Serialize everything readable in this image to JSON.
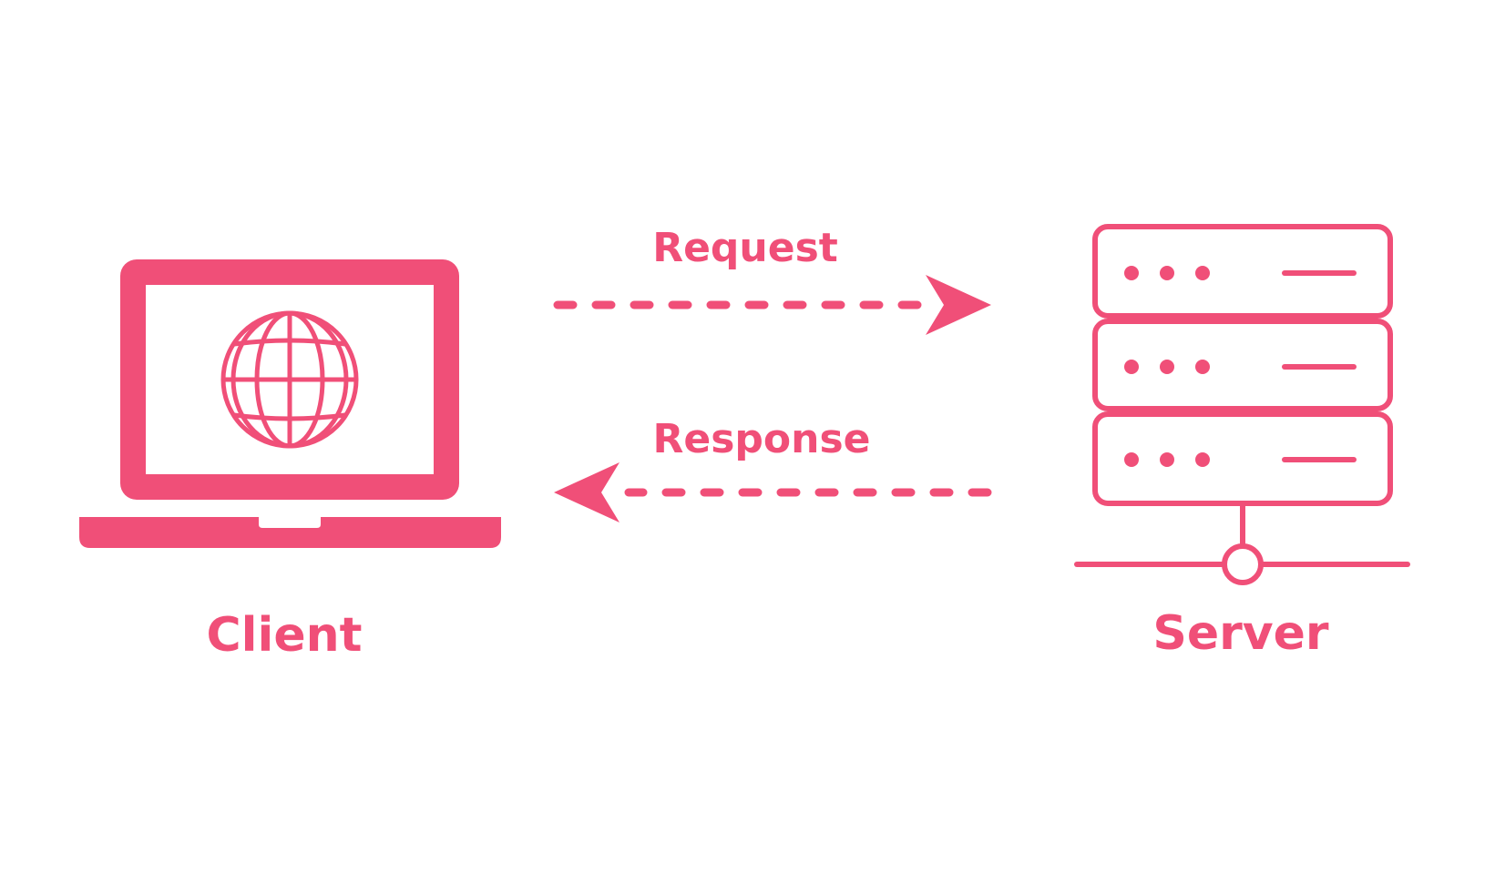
{
  "colors": {
    "accent": "#f04f78",
    "background": "#ffffff"
  },
  "client": {
    "label": "Client",
    "icon": "laptop-globe-icon"
  },
  "server": {
    "label": "Server",
    "icon": "server-rack-icon",
    "units": 3
  },
  "request": {
    "label": "Request",
    "direction": "client-to-server"
  },
  "response": {
    "label": "Response",
    "direction": "server-to-client"
  }
}
